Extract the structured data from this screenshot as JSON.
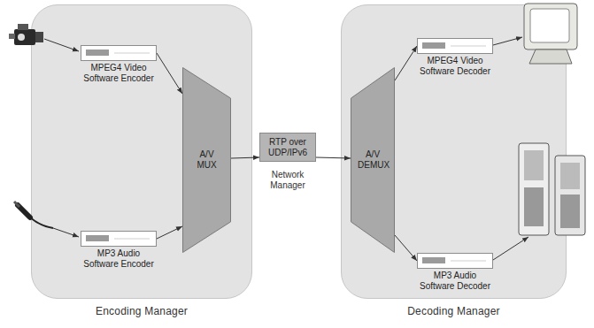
{
  "diagram": {
    "nodes": [
      {
        "text": [
          "Encoding Manager"
        ]
      },
      {
        "text": [
          "MPEG4 Video Software Encoder"
        ],
        "in": 0
      },
      {
        "text": [
          "MP3 Audio Software Encoder"
        ],
        "in": 0
      },
      {
        "text": [
          "A/V MUX"
        ],
        "in": 0
      },
      {
        "text": [
          "RTP over UDP/IPv6",
          "Network Manager"
        ]
      },
      {
        "text": [
          "Decoding Manager"
        ]
      },
      {
        "text": [
          "A/V DEMUX"
        ],
        "in": 5
      },
      {
        "text": [
          "MPEG4 Video Software Decoder"
        ],
        "in": 5
      },
      {
        "text": [
          "MP3 Audio Software Decoder"
        ],
        "in": 5
      }
    ],
    "edges": [
      {
        "from": 1,
        "to": 3,
        "arrow": "to"
      },
      {
        "from": 2,
        "to": 3,
        "arrow": "to"
      },
      {
        "from": 3,
        "to": 4,
        "arrow": "to"
      },
      {
        "from": 4,
        "to": 6,
        "arrow": "to"
      },
      {
        "from": 6,
        "to": 7,
        "arrow": "to"
      },
      {
        "from": 6,
        "to": 8,
        "arrow": "to"
      }
    ]
  }
}
